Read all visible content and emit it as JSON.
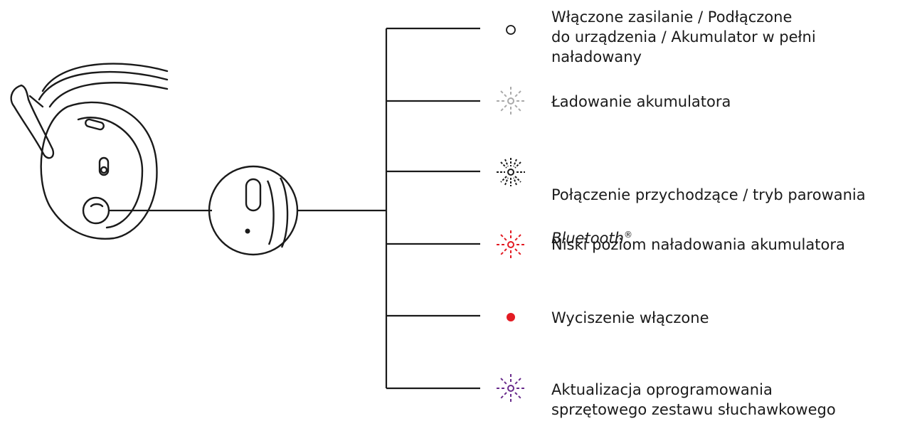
{
  "colors": {
    "line": "#1a1a1a",
    "charging": "#aaaaaa",
    "low_battery": "#e31b23",
    "mute": "#e31b23",
    "firmware": "#6a2c8c"
  },
  "legend": [
    {
      "id": "power",
      "icon": "hollow-circle-icon",
      "text": "Włączone zasilanie / Podłączone\ndo urządzenia / Akumulator w pełni\nnaładowany"
    },
    {
      "id": "charging",
      "icon": "grey-flash-icon",
      "text": "Ładowanie akumulatora"
    },
    {
      "id": "incoming",
      "icon": "black-flash-icon",
      "text": "Połączenie przychodzące / tryb parowania",
      "line2": "Bluetooth",
      "line2_sup": "®"
    },
    {
      "id": "low",
      "icon": "red-flash-icon",
      "text": "Niski poziom naładowania akumulatora"
    },
    {
      "id": "mute",
      "icon": "red-dot-icon",
      "text": "Wyciszenie włączone"
    },
    {
      "id": "firmware",
      "icon": "purple-flash-icon",
      "text": "Aktualizacja oprogramowania\nsprzętowego zestawu słuchawkowego"
    }
  ]
}
